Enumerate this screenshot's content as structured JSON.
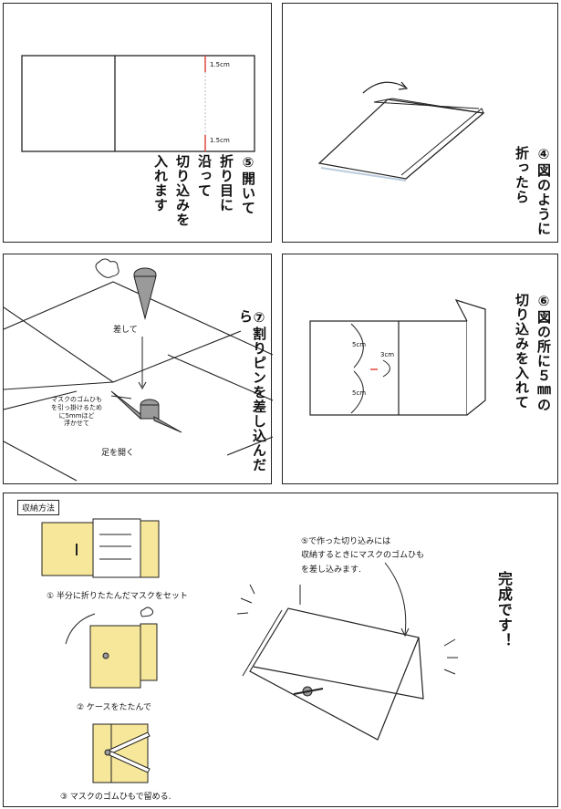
{
  "panels": {
    "p5_open": {
      "step_text": [
        "⑤開いて",
        "折り目に",
        "沿って",
        "切り込みを",
        "入れます"
      ],
      "labels": [
        "1.5cm",
        "1.5cm"
      ]
    },
    "p4_fold": {
      "step_text": [
        "④図のように",
        "折ったら"
      ]
    },
    "p7_pin": {
      "step_text": "⑦割りピンを差し込んだら",
      "label_insert": "差して",
      "label_note": [
        "マスクのゴムひも",
        "を引っ掛けるため",
        "に5mmほど",
        "浮かせて"
      ],
      "label_open_legs": "足を開く"
    },
    "p6_cut": {
      "step_text": [
        "⑥図の所に５㎜の",
        "切り込みを入れて"
      ],
      "labels": [
        "5cm",
        "3cm",
        "5cm"
      ]
    },
    "finish": {
      "storage_title": "収納方法",
      "steps": [
        "① 半分に折りたたんだマスクをセット",
        "② ケースをたたんで",
        "③ マスクのゴムひもで留める."
      ],
      "note": [
        "⑤で作った切り込みには",
        "収納するときにマスクのゴムひも",
        "を差し込みます."
      ],
      "done_text": "完成です！"
    }
  },
  "colors": {
    "ink": "#222222",
    "case_yellow": "#f6e79a",
    "pin_gray": "#9a9a9a",
    "cut_red": "#e0483a"
  }
}
